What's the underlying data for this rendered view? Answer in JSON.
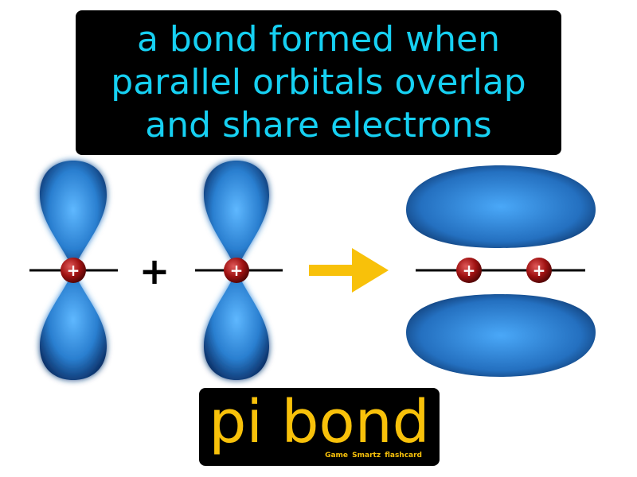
{
  "definition": {
    "lines": [
      "a bond formed when",
      "parallel orbitals overlap",
      "and share electrons"
    ]
  },
  "term": "pi bond",
  "credit": "Game Smartz flashcard",
  "diagram": {
    "plus_sign": "+",
    "nucleus_symbol": "+",
    "colors": {
      "orbital": "#2f8fe0",
      "nucleus": "#b01818",
      "arrow": "#f8c10a",
      "definition_text": "#16d0f2",
      "term_text": "#f8c10a"
    }
  }
}
